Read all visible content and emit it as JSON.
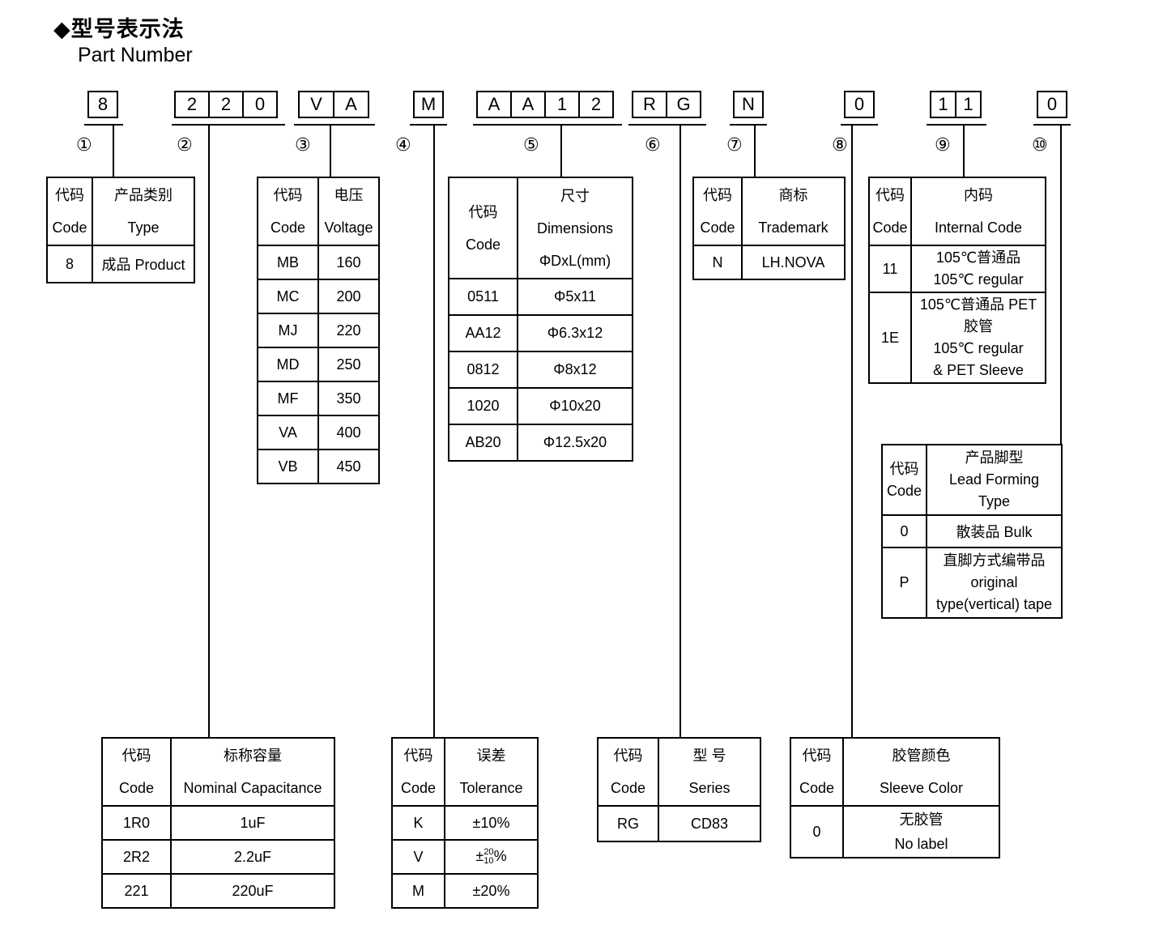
{
  "title_bullet": "◆",
  "title": "型号表示法",
  "subtitle": "Part Number",
  "code_groups": [
    {
      "num": "①",
      "chars": [
        "8"
      ]
    },
    {
      "num": "②",
      "chars": [
        "2",
        "2",
        "0"
      ]
    },
    {
      "num": "③",
      "chars": [
        "V",
        "A"
      ]
    },
    {
      "num": "④",
      "chars": [
        "M"
      ]
    },
    {
      "num": "⑤",
      "chars": [
        "A",
        "A",
        "1",
        "2"
      ]
    },
    {
      "num": "⑥",
      "chars": [
        "R",
        "G"
      ]
    },
    {
      "num": "⑦",
      "chars": [
        "N"
      ]
    },
    {
      "num": "⑧",
      "chars": [
        "0"
      ]
    },
    {
      "num": "⑨",
      "chars": [
        "1",
        "1"
      ]
    },
    {
      "num": "⑩",
      "chars": [
        "0"
      ]
    }
  ],
  "tables": {
    "product_type": {
      "headers": {
        "code_zh": "代码",
        "code_en": "Code",
        "value_zh": "产品类别",
        "value_en": "Type"
      },
      "rows": [
        {
          "code": "8",
          "value": "成品 Product"
        }
      ]
    },
    "capacitance": {
      "headers": {
        "code_zh": "代码",
        "code_en": "Code",
        "value_zh": "标称容量",
        "value_en": "Nominal Capacitance"
      },
      "rows": [
        {
          "code": "1R0",
          "value": "1uF"
        },
        {
          "code": "2R2",
          "value": "2.2uF"
        },
        {
          "code": "221",
          "value": "220uF"
        }
      ]
    },
    "voltage": {
      "headers": {
        "code_zh": "代码",
        "code_en": "Code",
        "value_zh": "电压",
        "value_en": "Voltage"
      },
      "rows": [
        {
          "code": "MB",
          "value": "160"
        },
        {
          "code": "MC",
          "value": "200"
        },
        {
          "code": "MJ",
          "value": "220"
        },
        {
          "code": "MD",
          "value": "250"
        },
        {
          "code": "MF",
          "value": "350"
        },
        {
          "code": "VA",
          "value": "400"
        },
        {
          "code": "VB",
          "value": "450"
        }
      ]
    },
    "tolerance": {
      "headers": {
        "code_zh": "代码",
        "code_en": "Code",
        "value_zh": "误差",
        "value_en": "Tolerance"
      },
      "rows": [
        {
          "code": "K",
          "value": "±10%"
        },
        {
          "code": "V",
          "prefix": "±",
          "sup": "20",
          "sub": "10",
          "suffix": "%"
        },
        {
          "code": "M",
          "value": "±20%"
        }
      ]
    },
    "dimensions": {
      "headers": {
        "code_zh": "代码",
        "code_en": "Code",
        "value_zh": "尺寸",
        "value_en": "Dimensions",
        "value_unit": "ΦDxL(mm)"
      },
      "rows": [
        {
          "code": "0511",
          "value": "Φ5x11"
        },
        {
          "code": "AA12",
          "value": "Φ6.3x12"
        },
        {
          "code": "0812",
          "value": "Φ8x12"
        },
        {
          "code": "1020",
          "value": "Φ10x20"
        },
        {
          "code": "AB20",
          "value": "Φ12.5x20"
        }
      ]
    },
    "series": {
      "headers": {
        "code_zh": "代码",
        "code_en": "Code",
        "value_zh": "型 号",
        "value_en": "Series"
      },
      "rows": [
        {
          "code": "RG",
          "value": "CD83"
        }
      ]
    },
    "trademark": {
      "headers": {
        "code_zh": "代码",
        "code_en": "Code",
        "value_zh": "商标",
        "value_en": "Trademark"
      },
      "rows": [
        {
          "code": "N",
          "value": "LH.NOVA"
        }
      ]
    },
    "sleeve_color": {
      "headers": {
        "code_zh": "代码",
        "code_en": "Code",
        "value_zh": "胶管颜色",
        "value_en": "Sleeve Color"
      },
      "rows": [
        {
          "code": "0",
          "lines": [
            "无胶管",
            "No label"
          ]
        }
      ]
    },
    "internal_code": {
      "headers": {
        "code_zh": "代码",
        "code_en": "Code",
        "value_zh": "内码",
        "value_en": "Internal Code"
      },
      "rows": [
        {
          "code": "11",
          "lines": [
            "105℃普通品",
            "105℃ regular"
          ]
        },
        {
          "code": "1E",
          "lines": [
            "105℃普通品 PET",
            "胶管",
            "105℃ regular",
            "& PET Sleeve"
          ]
        }
      ]
    },
    "lead_forming": {
      "headers": {
        "code_zh": "代码",
        "code_en": "Code",
        "value_zh": "产品脚型",
        "value_en": "Lead Forming",
        "value_en2": "Type"
      },
      "rows": [
        {
          "code": "0",
          "lines": [
            "散装品 Bulk"
          ]
        },
        {
          "code": "P",
          "lines": [
            "直脚方式编带品",
            "original",
            "type(vertical) tape"
          ]
        }
      ]
    }
  }
}
